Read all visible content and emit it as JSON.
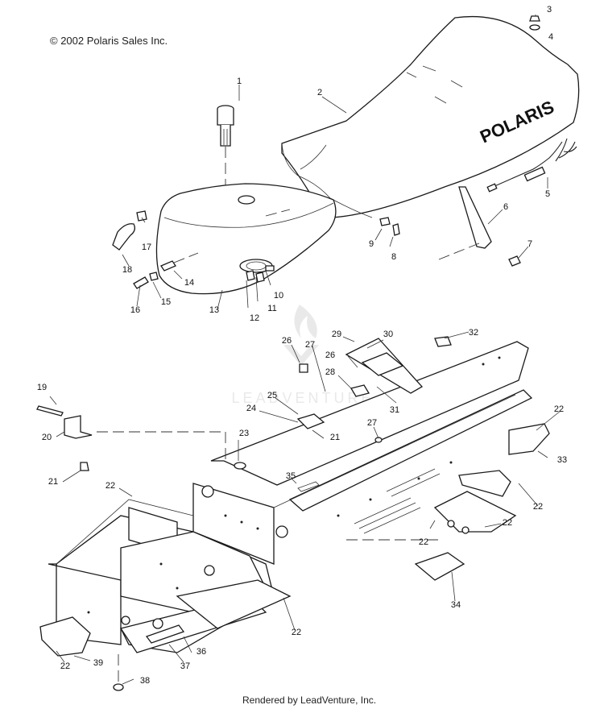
{
  "copyright": "© 2002 Polaris Sales Inc.",
  "footer": "Rendered by LeadVenture, Inc.",
  "seat_brand": "POLARIS",
  "watermark": "LEADVENTURE",
  "callouts": {
    "c1": "1",
    "c2": "2",
    "c3": "3",
    "c4": "4",
    "c5": "5",
    "c6": "6",
    "c7": "7",
    "c8": "8",
    "c9": "9",
    "c10": "10",
    "c11": "11",
    "c12": "12",
    "c13": "13",
    "c14": "14",
    "c15": "15",
    "c16": "16",
    "c17": "17",
    "c18": "18",
    "c19": "19",
    "c20": "20",
    "c21a": "21",
    "c21b": "21",
    "c22a": "22",
    "c22b": "22",
    "c22c": "22",
    "c22d": "22",
    "c22e": "22",
    "c22f": "22",
    "c22g": "22",
    "c23": "23",
    "c24": "24",
    "c25": "25",
    "c26a": "26",
    "c26b": "26",
    "c27a": "27",
    "c27b": "27",
    "c28": "28",
    "c29": "29",
    "c30": "30",
    "c31": "31",
    "c32": "32",
    "c33": "33",
    "c34": "34",
    "c35": "35",
    "c36": "36",
    "c37": "37",
    "c38": "38",
    "c39": "39"
  }
}
